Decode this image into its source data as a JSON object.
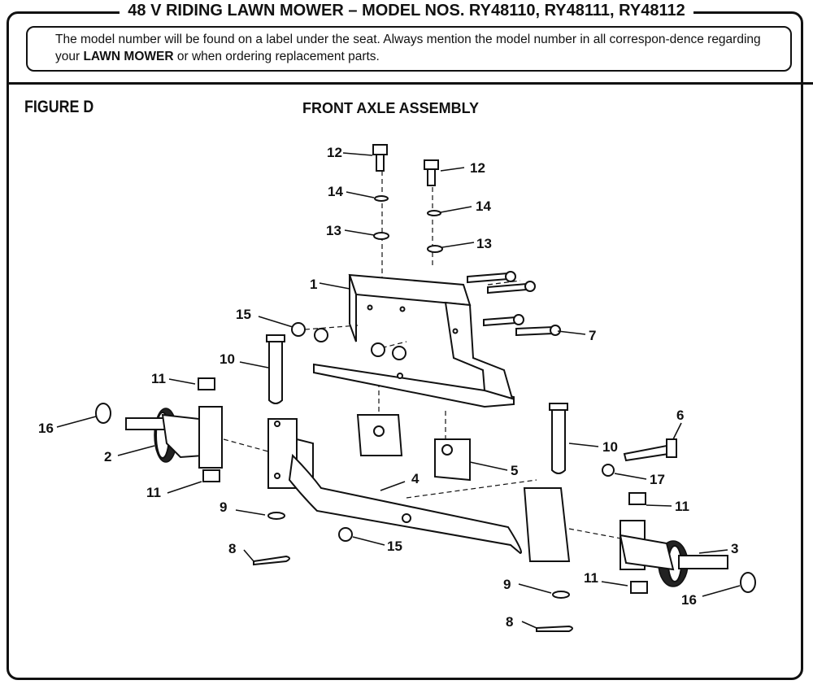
{
  "header": {
    "title": "48 V RIDING LAWN MOWER – MODEL NOS. RY48110, RY48111, RY48112"
  },
  "notice": {
    "text_before": "The model number will be found on a label under the seat. Always mention the model number in all correspon-dence regarding your ",
    "emphasis": "LAWN MOWER",
    "text_after": " or when ordering replacement parts."
  },
  "figure": {
    "label": "FIGURE D",
    "title": "FRONT AXLE ASSEMBLY"
  },
  "callouts": {
    "c1": "1",
    "c2": "2",
    "c3": "3",
    "c4": "4",
    "c5": "5",
    "c6": "6",
    "c7": "7",
    "c8a": "8",
    "c8b": "8",
    "c9a": "9",
    "c9b": "9",
    "c10a": "10",
    "c10b": "10",
    "c11a": "11",
    "c11b": "11",
    "c11c": "11",
    "c11d": "11",
    "c12a": "12",
    "c12b": "12",
    "c13a": "13",
    "c13b": "13",
    "c14a": "14",
    "c14b": "14",
    "c15a": "15",
    "c15b": "15",
    "c16a": "16",
    "c16b": "16",
    "c17": "17"
  }
}
